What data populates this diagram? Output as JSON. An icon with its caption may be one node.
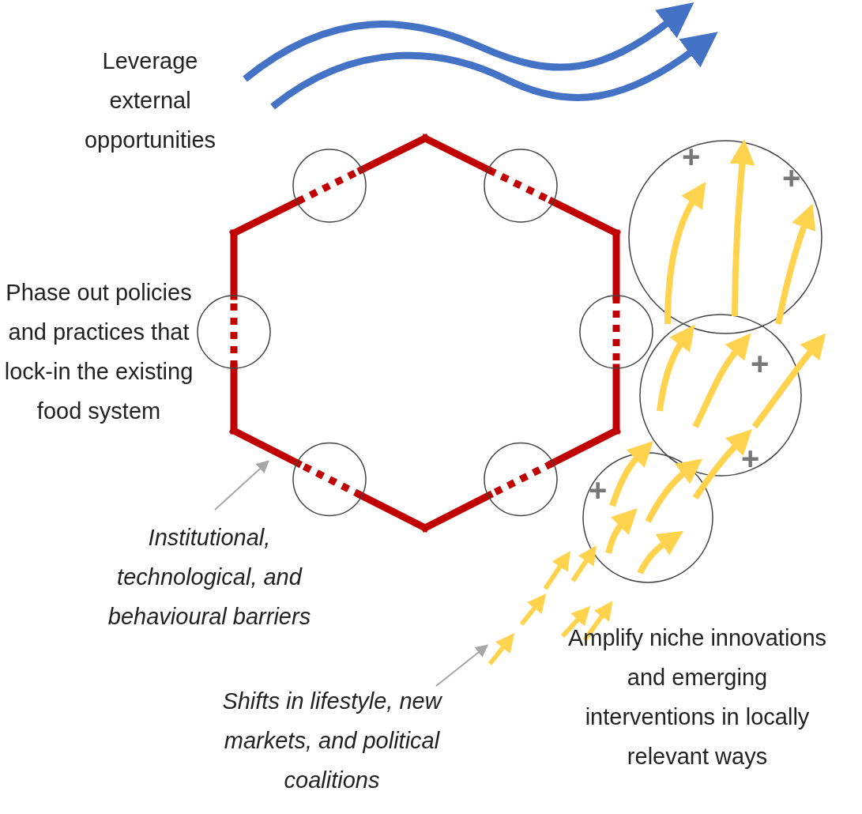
{
  "diagram": {
    "nodes": [
      {
        "text": [
          "Institutional, technological, and behavioural barriers"
        ]
      },
      {
        "text": [],
        "shape": "hexagon"
      },
      {
        "text": [
          "Shifts in lifestyle, new markets, and political coalitions"
        ]
      },
      {
        "text": [],
        "shape": "arrow"
      }
    ],
    "edges": [
      {
        "from": 0,
        "to": 1,
        "arrow": "to"
      },
      {
        "from": 2,
        "to": 3,
        "arrow": "to"
      }
    ],
    "labels": [
      "Leverage external opportunities",
      "Phase out policies and practices that lock-in the existing food system",
      "+",
      "+",
      "+",
      "+",
      "+",
      "Amplify niche innovations and emerging interventions in locally relevant ways"
    ]
  }
}
